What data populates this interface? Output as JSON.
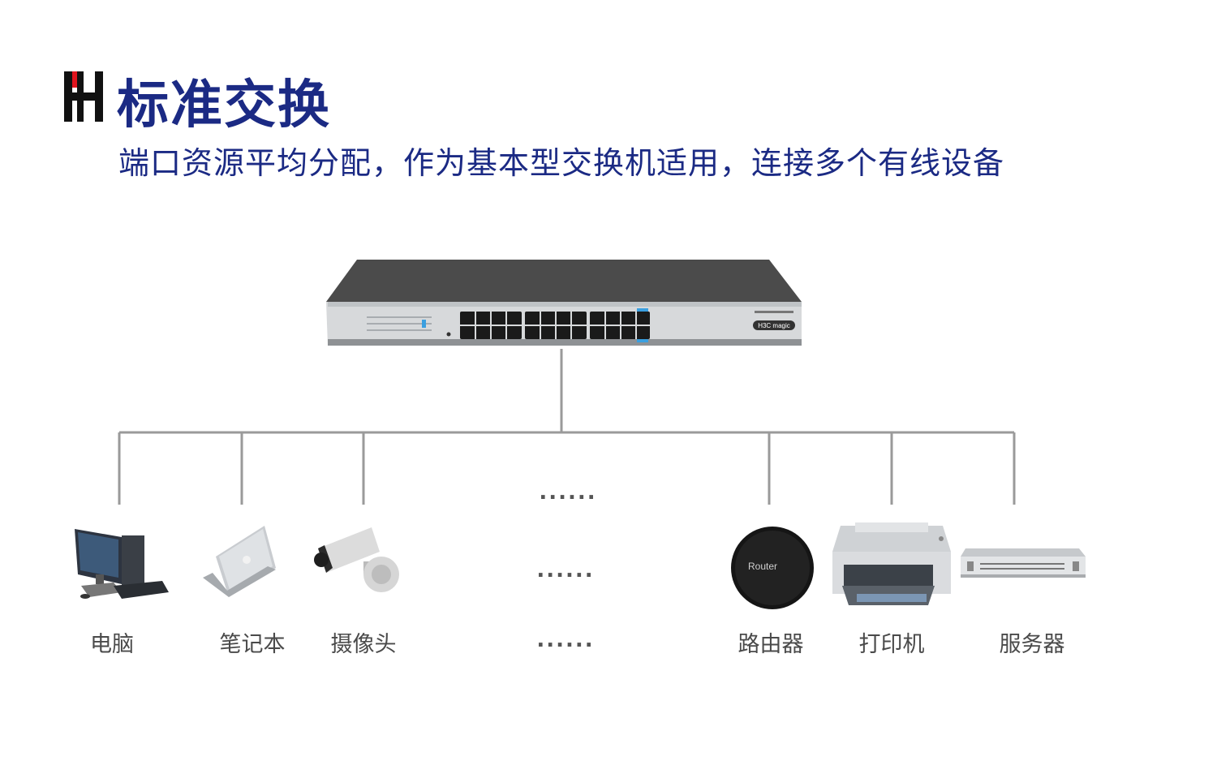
{
  "title": "标准交换",
  "subtitle": "端口资源平均分配，作为基本型交换机适用，连接多个有线设备",
  "switch": {
    "brand": "H3C magic"
  },
  "devices": [
    {
      "label": "电脑",
      "icon": "desktop-computer-icon"
    },
    {
      "label": "笔记本",
      "icon": "laptop-icon"
    },
    {
      "label": "摄像头",
      "icon": "camera-icon"
    },
    {
      "label": "路由器",
      "icon": "router-icon",
      "badge": "Router"
    },
    {
      "label": "打印机",
      "icon": "printer-icon"
    },
    {
      "label": "服务器",
      "icon": "server-icon"
    }
  ],
  "ellipsis": "......",
  "colors": {
    "title": "#1b2a84",
    "logo_red": "#e0141e",
    "line": "#9a9a9a"
  }
}
